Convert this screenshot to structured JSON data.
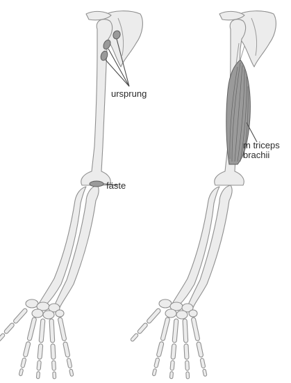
{
  "labels": {
    "origin": "ursprung",
    "insertion": "fäste",
    "muscle_line1": "m triceps",
    "muscle_line2": "brachii"
  }
}
